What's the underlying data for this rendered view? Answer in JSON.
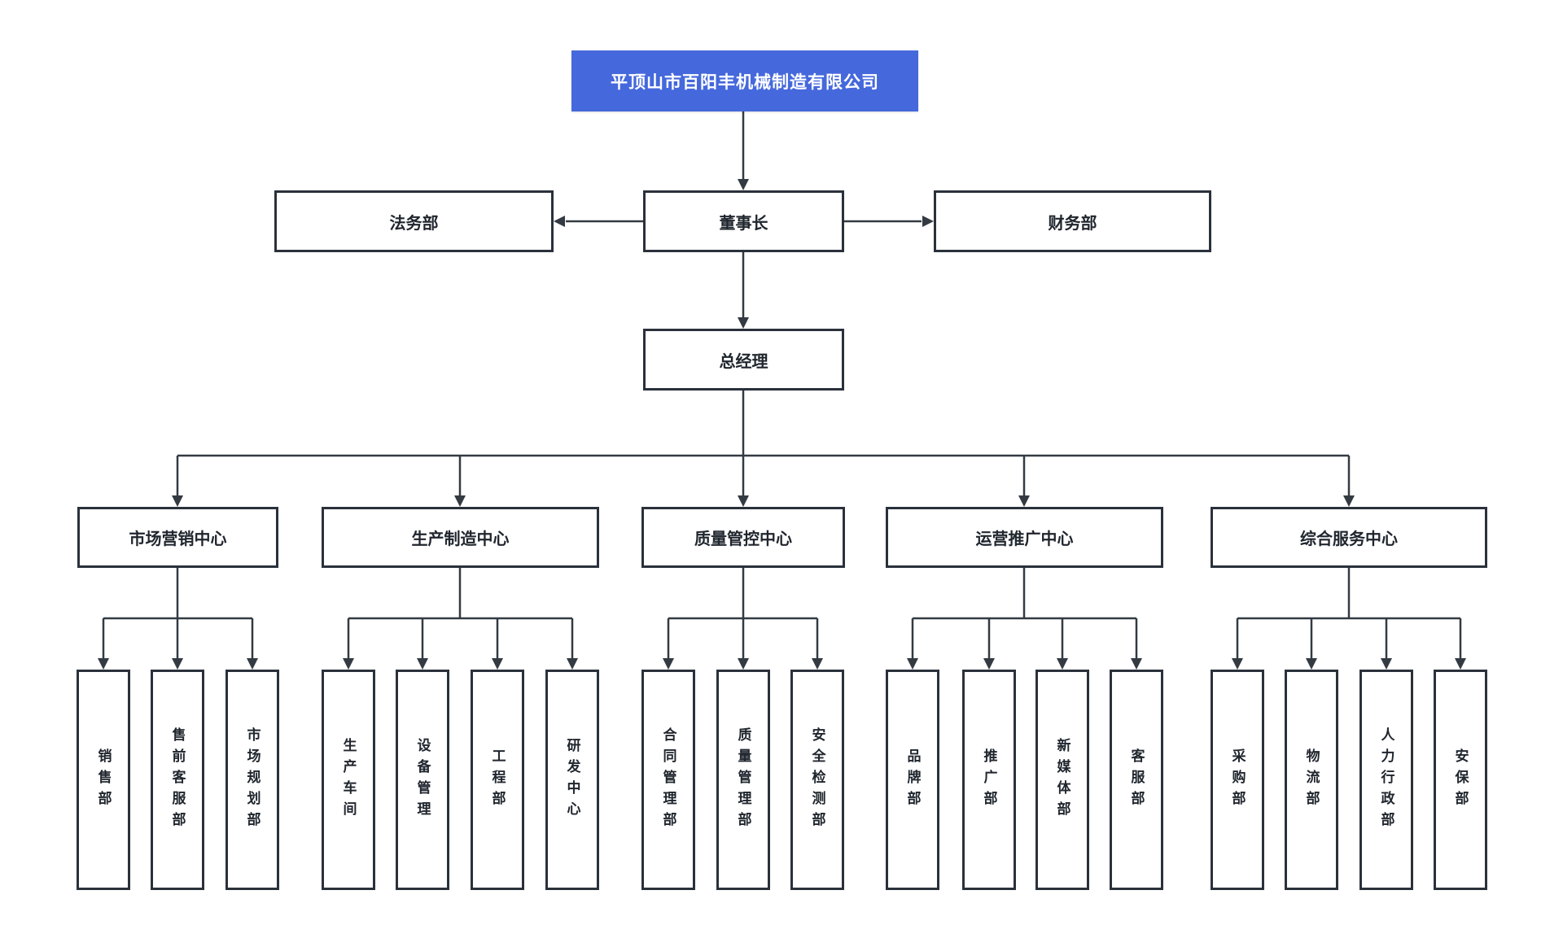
{
  "colors": {
    "root_bg": "#4568DC",
    "root_text": "#ffffff",
    "box_border": "#2A313B",
    "line": "#333A42",
    "text": "#20262E",
    "background": "#ffffff"
  },
  "org": {
    "root": "平顶山市百阳丰机械制造有限公司",
    "level2": {
      "left": "法务部",
      "center": "董事长",
      "right": "财务部"
    },
    "level3": "总经理",
    "divisions": [
      {
        "label": "市场营销中心",
        "departments": [
          "销售部",
          "售前客服部",
          "市场规划部"
        ]
      },
      {
        "label": "生产制造中心",
        "departments": [
          "生产车间",
          "设备管理",
          "工程部",
          "研发中心"
        ]
      },
      {
        "label": "质量管控中心",
        "departments": [
          "合同管理部",
          "质量管理部",
          "安全检测部"
        ]
      },
      {
        "label": "运营推广中心",
        "departments": [
          "品牌部",
          "推广部",
          "新媒体部",
          "客服部"
        ]
      },
      {
        "label": "综合服务中心",
        "departments": [
          "采购部",
          "物流部",
          "人力行政部",
          "安保部"
        ]
      }
    ]
  }
}
